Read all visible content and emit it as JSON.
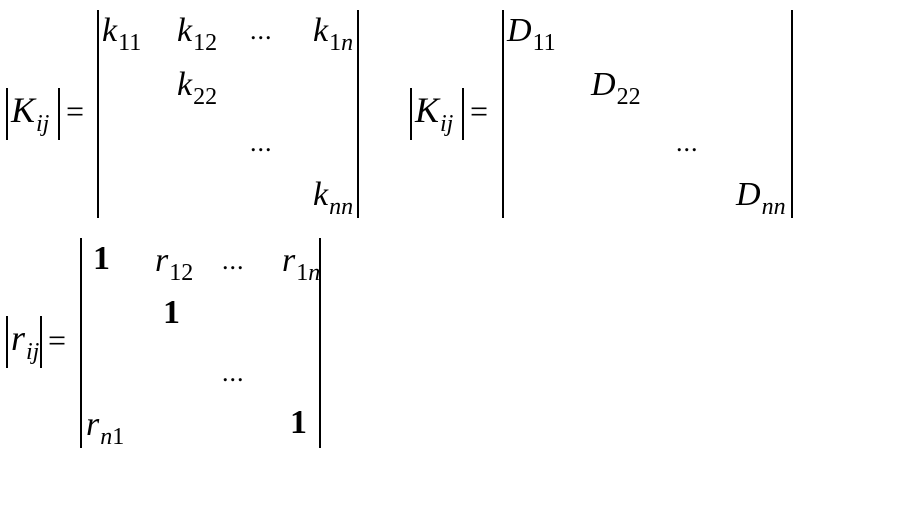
{
  "eq1": {
    "lhs_sym": "K",
    "lhs_sub": "ij",
    "equals": "=",
    "cells": {
      "r1c1_sym": "k",
      "r1c1_sub": "11",
      "r1c2_sym": "k",
      "r1c2_sub": "12",
      "r1c3": "...",
      "r1c4_sym": "k",
      "r1c4_sub_num": "1",
      "r1c4_sub_var": "n",
      "r2c2_sym": "k",
      "r2c2_sub": "22",
      "r3c3": "...",
      "r4c4_sym": "k",
      "r4c4_sub": "nn"
    }
  },
  "eq2": {
    "lhs_sym": "K",
    "lhs_sub": "ij",
    "equals": "=",
    "cells": {
      "r1c1_sym": "D",
      "r1c1_sub": "11",
      "r2c2_sym": "D",
      "r2c2_sub": "22",
      "r3c3": "...",
      "r4c4_sym": "D",
      "r4c4_sub": "nn"
    }
  },
  "eq3": {
    "lhs_sym": "r",
    "lhs_sub": "ij",
    "equals": "=",
    "cells": {
      "r1c1": "1",
      "r1c2_sym": "r",
      "r1c2_sub": "12",
      "r1c3": "...",
      "r1c4_sym": "r",
      "r1c4_sub_num": "1",
      "r1c4_sub_var": "n",
      "r2c2": "1",
      "r3c3": "...",
      "r4c1_sym": "r",
      "r4c1_sub_var": "n",
      "r4c1_sub_num": "1",
      "r4c4": "1"
    }
  }
}
